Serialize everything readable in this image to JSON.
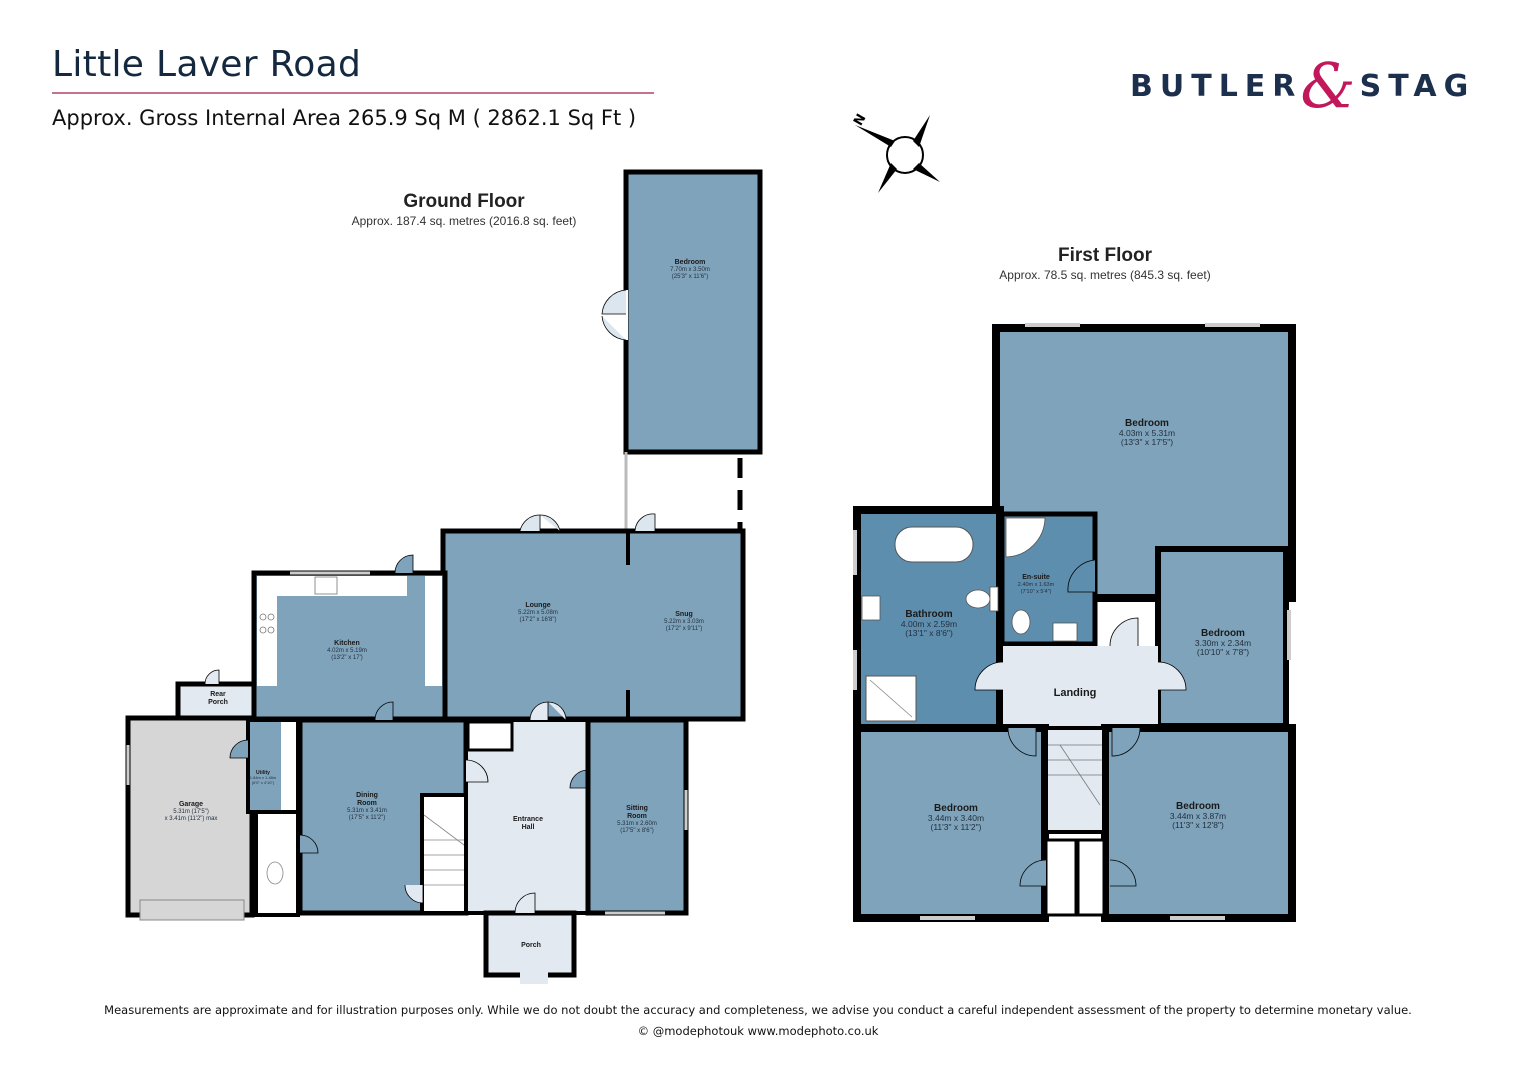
{
  "header": {
    "title": "Little Laver Road",
    "subtitle": "Approx. Gross Internal Area 265.9 Sq M ( 2862.1 Sq Ft )",
    "logo": {
      "left": "BUTLER",
      "amp": "&",
      "right": "STAG"
    },
    "compass_label": "N"
  },
  "colors": {
    "title_text": "#14293f",
    "title_rule": "#c8708f",
    "logo_text": "#1c2f4d",
    "logo_amp": "#c2185b",
    "room_fill": "#7fa3ba",
    "wet_room_fill": "#5e8eae",
    "hall_fill": "#e3e9f1",
    "garage_fill": "#d6d6d6",
    "wall": "#000000"
  },
  "ground_floor": {
    "title": "Ground Floor",
    "area": "Approx. 187.4 sq. metres (2016.8 sq. feet)",
    "rooms": {
      "bedroom": {
        "name": "Bedroom",
        "metric": "7.70m x 3.50m",
        "imperial": "(25'3\" x 11'6\")"
      },
      "lounge": {
        "name": "Lounge",
        "metric": "5.22m x 5.08m",
        "imperial": "(17'2\" x 16'8\")"
      },
      "snug": {
        "name": "Snug",
        "metric": "5.22m x 3.03m",
        "imperial": "(17'2\" x 9'11\")"
      },
      "kitchen": {
        "name": "Kitchen",
        "metric": "4.02m x 5.19m",
        "imperial": "(13'2\" x 17')"
      },
      "rear_porch": {
        "name_1": "Rear",
        "name_2": "Porch"
      },
      "utility": {
        "name": "Utility",
        "metric": "1.84m x 1.48m",
        "imperial": "(6'0\" x 4'10\")"
      },
      "garage": {
        "name": "Garage",
        "metric": "5.31m (17'5\")",
        "imperial": "x 3.41m (11'2\") max"
      },
      "dining_room": {
        "name_1": "Dining",
        "name_2": "Room",
        "metric": "5.31m x 3.41m",
        "imperial": "(17'5\" x 11'2\")"
      },
      "entrance_hall": {
        "name_1": "Entrance",
        "name_2": "Hall"
      },
      "sitting_room": {
        "name_1": "Sitting",
        "name_2": "Room",
        "metric": "5.31m x 2.60m",
        "imperial": "(17'5\" x 8'6\")"
      },
      "porch": {
        "name": "Porch"
      }
    }
  },
  "first_floor": {
    "title": "First Floor",
    "area": "Approx. 78.5 sq. metres (845.3 sq. feet)",
    "rooms": {
      "master_bedroom": {
        "name": "Bedroom",
        "metric": "4.03m x 5.31m",
        "imperial": "(13'3\" x 17'5\")"
      },
      "bathroom": {
        "name": "Bathroom",
        "metric": "4.00m x 2.59m",
        "imperial": "(13'1\" x 8'6\")"
      },
      "en_suite": {
        "name": "En-suite",
        "metric": "2.40m x 1.63m",
        "imperial": "(7'10\" x 5'4\")"
      },
      "bedroom_right": {
        "name": "Bedroom",
        "metric": "3.30m x 2.34m",
        "imperial": "(10'10\" x 7'8\")"
      },
      "landing": {
        "name": "Landing"
      },
      "bedroom_bl": {
        "name": "Bedroom",
        "metric": "3.44m x 3.40m",
        "imperial": "(11'3\" x 11'2\")"
      },
      "bedroom_br": {
        "name": "Bedroom",
        "metric": "3.44m x 3.87m",
        "imperial": "(11'3\" x 12'8\")"
      }
    }
  },
  "footer": {
    "disclaimer": "Measurements are approximate and for illustration purposes only.  While we do not doubt the accuracy and completeness, we advise you conduct a careful independent assessment of the property to determine monetary value.",
    "credit": "© @modephotouk www.modephoto.co.uk"
  }
}
